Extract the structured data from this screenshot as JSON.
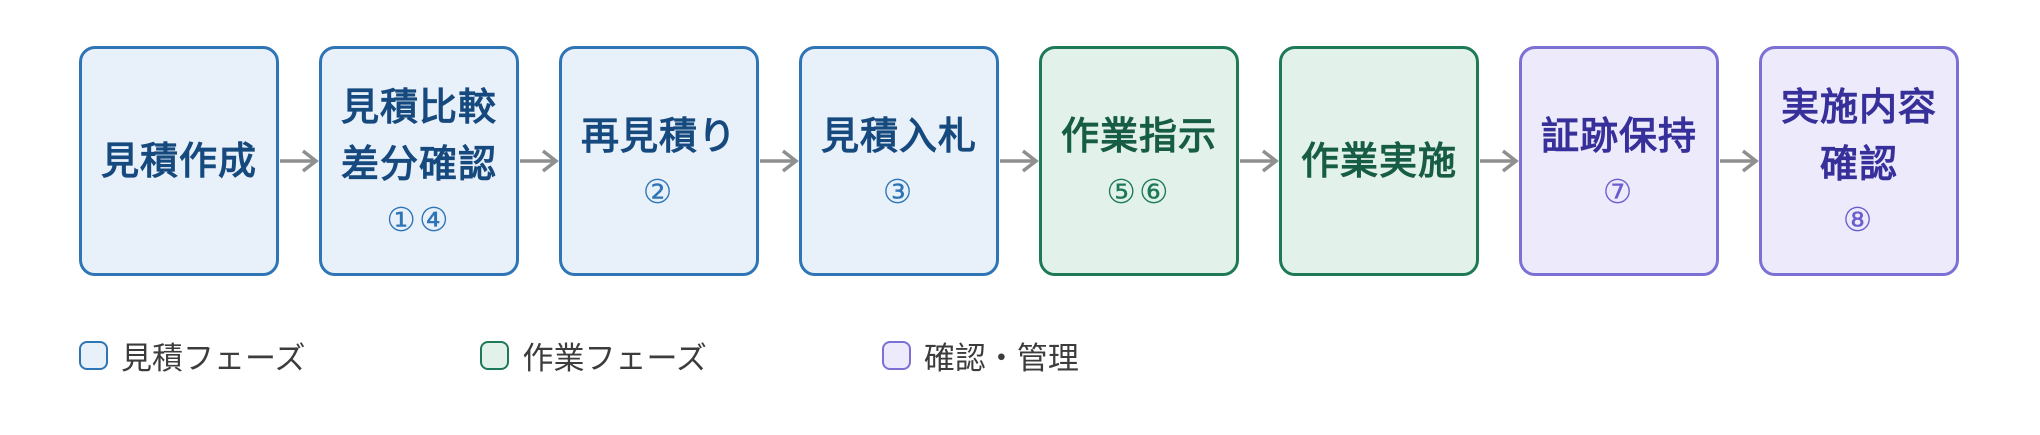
{
  "flow": {
    "steps": [
      {
        "line1": "見積作成",
        "line2": "",
        "numbers": "",
        "phase": "estimate"
      },
      {
        "line1": "見積比較",
        "line2": "差分確認",
        "numbers": "①④",
        "phase": "estimate"
      },
      {
        "line1": "再見積り",
        "line2": "",
        "numbers": "②",
        "phase": "estimate"
      },
      {
        "line1": "見積入札",
        "line2": "",
        "numbers": "③",
        "phase": "estimate"
      },
      {
        "line1": "作業指示",
        "line2": "",
        "numbers": "⑤⑥",
        "phase": "work"
      },
      {
        "line1": "作業実施",
        "line2": "",
        "numbers": "",
        "phase": "work"
      },
      {
        "line1": "証跡保持",
        "line2": "",
        "numbers": "⑦",
        "phase": "confirm"
      },
      {
        "line1": "実施内容",
        "line2": "確認",
        "numbers": "⑧",
        "phase": "confirm"
      }
    ]
  },
  "legend": {
    "items": [
      {
        "label": "見積フェーズ",
        "phase": "estimate"
      },
      {
        "label": "作業フェーズ",
        "phase": "work"
      },
      {
        "label": "確認・管理",
        "phase": "confirm"
      }
    ]
  },
  "colors": {
    "estimate": {
      "fill": "#e8f0fa",
      "border": "#2e75b6",
      "text": "#16497e"
    },
    "work": {
      "fill": "#e2f2ea",
      "border": "#1e7a56",
      "text": "#175c44"
    },
    "confirm": {
      "fill": "#eceafb",
      "border": "#7b70d4",
      "text": "#38309a"
    },
    "arrow": "#8f8f8f",
    "legend_text": "#3c3c3c",
    "background": "#ffffff"
  }
}
